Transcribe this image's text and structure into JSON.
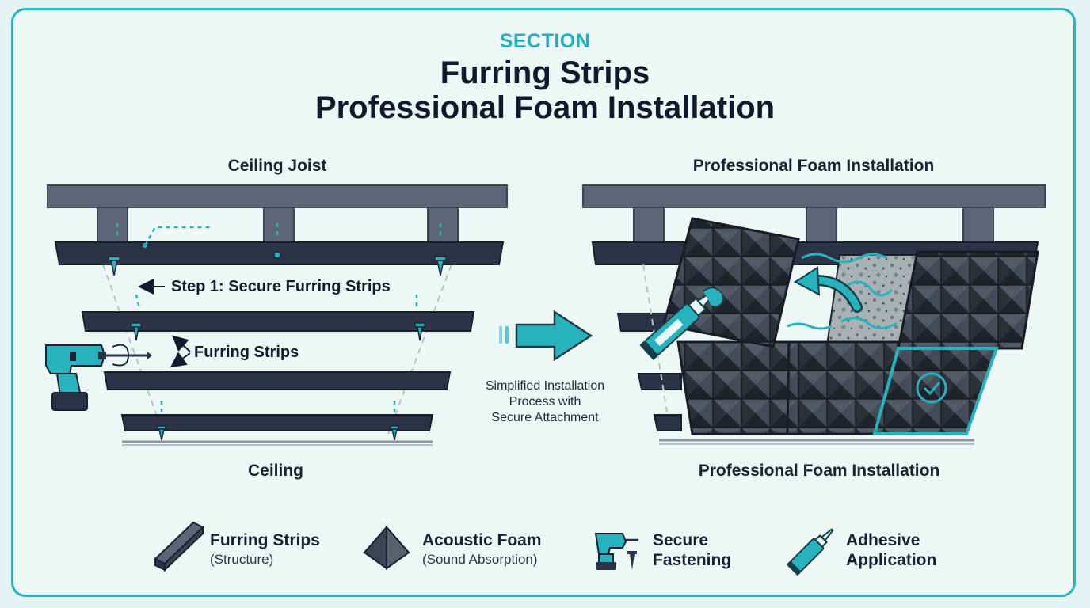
{
  "header": {
    "eyebrow": "SECTION",
    "title_line1": "Furring Strips",
    "title_line2": "Professional Foam Installation"
  },
  "left_panel": {
    "top_label": "Ceiling Joist",
    "bottom_label": "Ceiling",
    "step_callout": "Step 1: Secure Furring Strips",
    "strips_callout": "Furring Strips"
  },
  "center": {
    "caption_line1": "Simplified Installation",
    "caption_line2": "Process with",
    "caption_line3": "Secure Attachment"
  },
  "right_panel": {
    "top_label": "Professional Foam Installation",
    "bottom_label": "Professional Foam Installation"
  },
  "legend": {
    "items": [
      {
        "title": "Furring Strips",
        "subtitle": "(Structure)",
        "icon": "furring-strip-icon"
      },
      {
        "title": "Acoustic Foam",
        "subtitle": "(Sound Absorption)",
        "icon": "foam-pyramid-icon"
      },
      {
        "title_line1": "Secure",
        "title_line2": "Fastening",
        "icon": "drill-screw-icon"
      },
      {
        "title_line1": "Adhesive",
        "title_line2": "Application",
        "icon": "adhesive-tube-icon"
      }
    ]
  },
  "colors": {
    "accent": "#27b3bd",
    "structure": "#5e6576",
    "strip": "#2c3346",
    "foam": "#3a3f4b",
    "text": "#131c2e"
  }
}
